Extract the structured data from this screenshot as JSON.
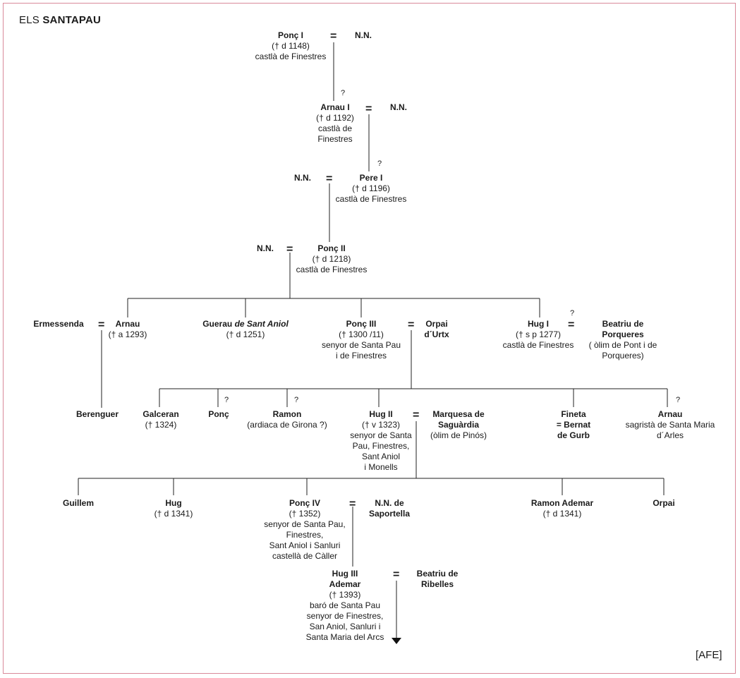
{
  "title": {
    "prefix": "ELS",
    "family": "SANTAPAU"
  },
  "credit": "[AFE]",
  "marriage_symbol": "=",
  "uncertain_symbol": "?",
  "gen1": {
    "ponc1": {
      "name": "Ponç I",
      "lines": [
        "(† d 1148)",
        "castlà de Finestres"
      ]
    },
    "spouse": {
      "name": "N.N."
    }
  },
  "gen2": {
    "arnau1": {
      "name": "Arnau I",
      "lines": [
        "(† d 1192)",
        "castlà de",
        "Finestres"
      ]
    },
    "spouse": {
      "name": "N.N."
    }
  },
  "gen3": {
    "pere1": {
      "name": "Pere I",
      "lines": [
        "(† d 1196)",
        "castlà de Finestres"
      ]
    },
    "spouse": {
      "name": "N.N."
    }
  },
  "gen4": {
    "ponc2": {
      "name": "Ponç II",
      "lines": [
        "(† d 1218)",
        "castlà de Finestres"
      ]
    },
    "spouse": {
      "name": "N.N."
    }
  },
  "gen5": {
    "ermessenda": {
      "name": "Ermessenda"
    },
    "arnau": {
      "name": "Arnau",
      "lines": [
        "(† a 1293)"
      ]
    },
    "guerau": {
      "name": "Guerau",
      "italic": "de Sant Aniol",
      "lines": [
        "(† d 1251)"
      ]
    },
    "ponc3": {
      "name": "Ponç III",
      "lines": [
        "(† 1300 /11)",
        "senyor de Santa Pau",
        "i de Finestres"
      ]
    },
    "orpai": {
      "name_lines": [
        "Orpai",
        "d´Urtx"
      ]
    },
    "hug1": {
      "name": "Hug I",
      "lines": [
        "(† s p 1277)",
        "castlà de Finestres"
      ]
    },
    "beatriu": {
      "name_lines": [
        "Beatriu de",
        "Porqueres"
      ],
      "lines": [
        "( òlim de  Pont i de",
        "Porqueres)"
      ]
    }
  },
  "gen6": {
    "berenguer": {
      "name": "Berenguer"
    },
    "galceran": {
      "name": "Galceran",
      "lines": [
        "(† 1324)"
      ]
    },
    "ponc": {
      "name": "Ponç"
    },
    "ramon": {
      "name": "Ramon",
      "lines": [
        "(ardiaca de Girona ?)"
      ]
    },
    "hug2": {
      "name": "Hug II",
      "lines": [
        "(† v 1323)",
        "senyor de Santa",
        "Pau, Finestres,",
        "Sant Aniol",
        "i Monells"
      ]
    },
    "marquesa": {
      "name_lines": [
        "Marquesa de",
        "Saguàrdia"
      ],
      "lines": [
        "(òlim de Pinós)"
      ]
    },
    "fineta": {
      "name_lines": [
        "Fineta",
        "= Bernat",
        "de Gurb"
      ]
    },
    "arnau": {
      "name": "Arnau",
      "lines": [
        "sagristà de Santa Maria",
        "d´Arles"
      ]
    }
  },
  "gen7": {
    "guillem": {
      "name": "Guillem"
    },
    "hug": {
      "name": "Hug",
      "lines": [
        "(† d 1341)"
      ]
    },
    "ponc4": {
      "name": "Ponç IV",
      "lines": [
        "(† 1352)",
        "senyor de Santa Pau,",
        "Finestres,",
        "Sant Aniol i Sanluri",
        "castellà de Càller"
      ]
    },
    "nn_saportella": {
      "name_lines": [
        "N.N. de",
        "Saportella"
      ]
    },
    "ramon_ademar": {
      "name": "Ramon Ademar",
      "lines": [
        "(† d 1341)"
      ]
    },
    "orpai": {
      "name": "Orpai"
    }
  },
  "gen8": {
    "hug3": {
      "name_lines": [
        "Hug III",
        "Ademar"
      ],
      "lines": [
        "(† 1393)",
        "baró de Santa Pau",
        "senyor de Finestres,",
        "San Aniol, Sanluri i",
        "Santa Maria del Arcs"
      ]
    },
    "beatriu": {
      "name_lines": [
        "Beatriu de",
        "Ribelles"
      ]
    }
  }
}
